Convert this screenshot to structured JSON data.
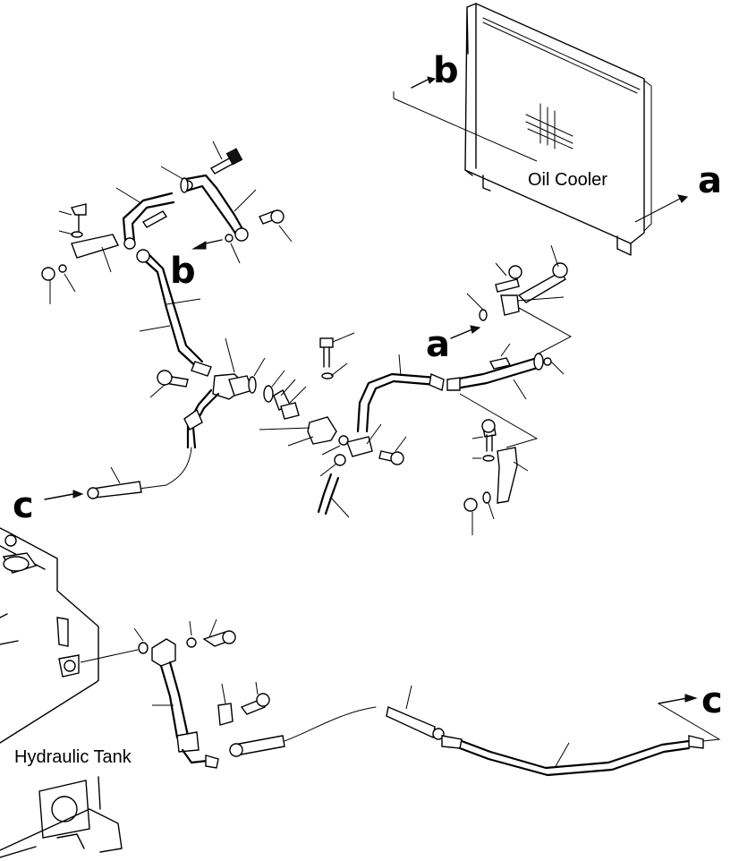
{
  "labels": {
    "oil_cooler": "Oil Cooler",
    "hydraulic_tank": "Hydraulic Tank"
  },
  "connection_markers": {
    "b_top": "b",
    "b_mid": "b",
    "a_right": "a",
    "a_mid": "a",
    "c_left": "c",
    "c_right": "c"
  }
}
